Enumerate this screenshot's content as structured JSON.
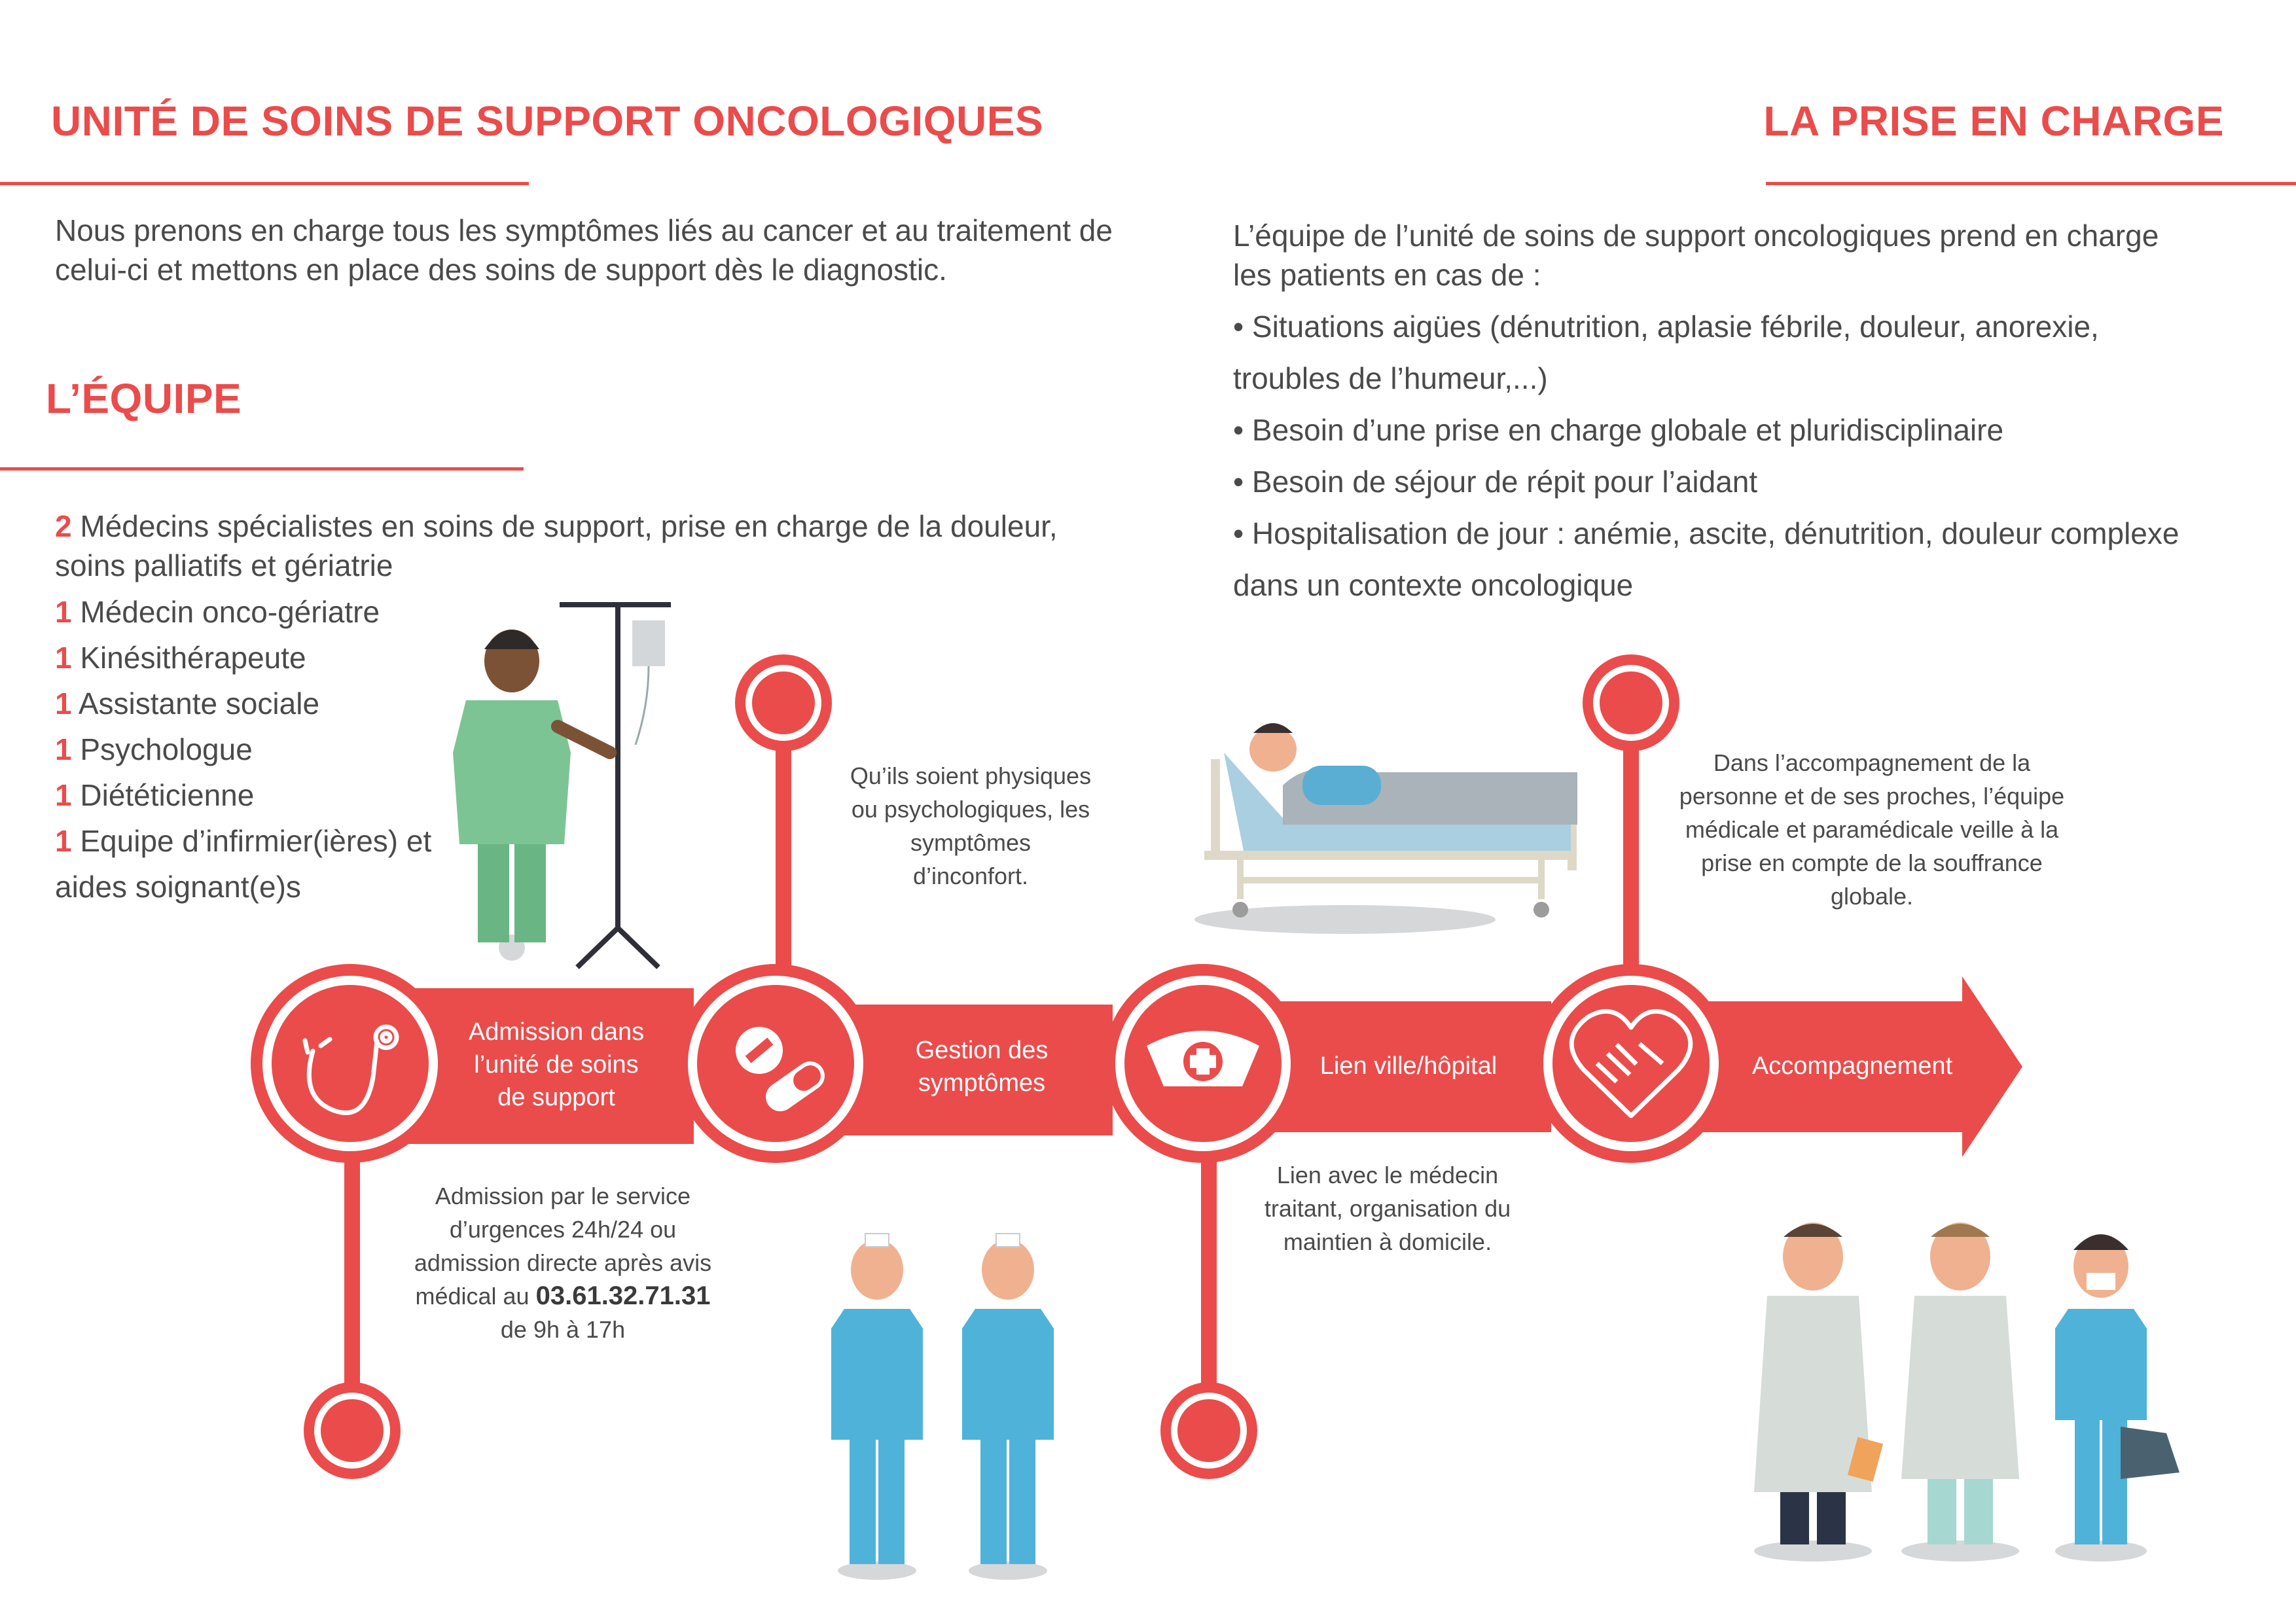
{
  "left": {
    "title": "UNITÉ DE SOINS DE SUPPORT ONCOLOGIQUES",
    "intro": "Nous prenons en charge tous les symptômes liés au cancer et au traitement de celui-ci et mettons en place des soins de support dès le diagnostic.",
    "team_title": "L’ÉQUIPE",
    "team": [
      {
        "count": "2",
        "text": "Médecins spécialistes en soins de support, prise en charge de la douleur, soins palliatifs et gériatrie"
      },
      {
        "count": "1",
        "text": "Médecin onco-gériatre"
      },
      {
        "count": "1",
        "text": "Kinésithérapeute"
      },
      {
        "count": "1",
        "text": "Assistante sociale"
      },
      {
        "count": "1",
        "text": "Psychologue"
      },
      {
        "count": "1",
        "text": "Diététicienne"
      },
      {
        "count": "1",
        "text": "Equipe d’infirmier(ières) et aides soignant(e)s"
      }
    ]
  },
  "right": {
    "title": "LA PRISE EN CHARGE",
    "intro": "L’équipe de l’unité de soins de support oncologiques prend en charge les patients en cas de :",
    "bullets": [
      "• Situations aigües (dénutrition, aplasie fébrile, douleur, anorexie, troubles de l’humeur,...)",
      "• Besoin d’une prise en charge globale et pluridisciplinaire",
      "• Besoin de séjour de répit pour l’aidant",
      "• Hospitalisation de jour : anémie, ascite, dénutrition, douleur complexe dans un contexte oncologique"
    ]
  },
  "steps": [
    {
      "label": "Admission dans l’unité de soins de support",
      "icon": "stethoscope-icon"
    },
    {
      "label": "Gestion des symptômes",
      "icon": "pills-icon"
    },
    {
      "label": "Lien ville/hôpital",
      "icon": "nurse-cap-icon"
    },
    {
      "label": "Accompagnement",
      "icon": "heart-handshake-icon"
    }
  ],
  "descriptions": {
    "admission_text": "Admission par le service d’urgences 24h/24 ou admission directe après avis médical au",
    "admission_phone": "03.61.32.71.31",
    "admission_hours": "de 9h à 17h",
    "symptoms": "Qu’ils soient physiques ou psychologiques, les symptômes d’inconfort.",
    "link": "Lien avec le médecin traitant, organisation du maintien à domicile.",
    "support": "Dans l’accompagnement de la personne et de ses proches, l’équipe médicale et paramédicale veille à la prise en compte de la souffrance globale."
  },
  "colors": {
    "accent": "#ea4c4b",
    "scrub": "#4fb3d9",
    "green_scrub": "#7dc495",
    "text": "#4a4a4a"
  }
}
